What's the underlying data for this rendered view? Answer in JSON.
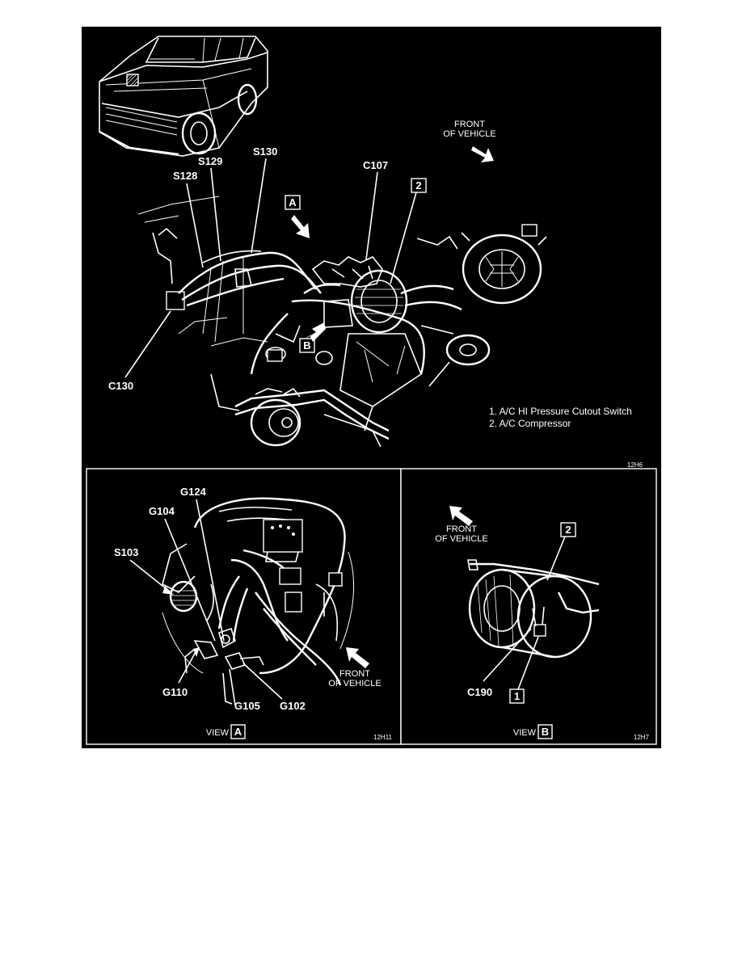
{
  "main_view": {
    "front_of_vehicle": [
      "FRONT",
      "OF VEHICLE"
    ],
    "view_markers": {
      "a": "A",
      "b": "B"
    },
    "callouts": {
      "c107": "C107",
      "c130": "C130",
      "s128": "S128",
      "s129": "S129",
      "s130": "S130",
      "item2": "2"
    },
    "legend": [
      "1.  A/C HI Pressure Cutout Switch",
      "2.  A/C Compressor"
    ],
    "figure_code": "12H6"
  },
  "view_a": {
    "title": "VIEW",
    "marker": "A",
    "front_of_vehicle": [
      "FRONT",
      "OF VEHICLE"
    ],
    "callouts": {
      "g124": "G124",
      "g104": "G104",
      "s103": "S103",
      "g110": "G110",
      "g105": "G105",
      "g102": "G102"
    },
    "figure_code": "12H11"
  },
  "view_b": {
    "title": "VIEW",
    "marker": "B",
    "front_of_vehicle": [
      "FRONT",
      "OF VEHICLE"
    ],
    "callouts": {
      "item2": "2",
      "item1": "1",
      "c190": "C190"
    },
    "figure_code": "12H7"
  }
}
